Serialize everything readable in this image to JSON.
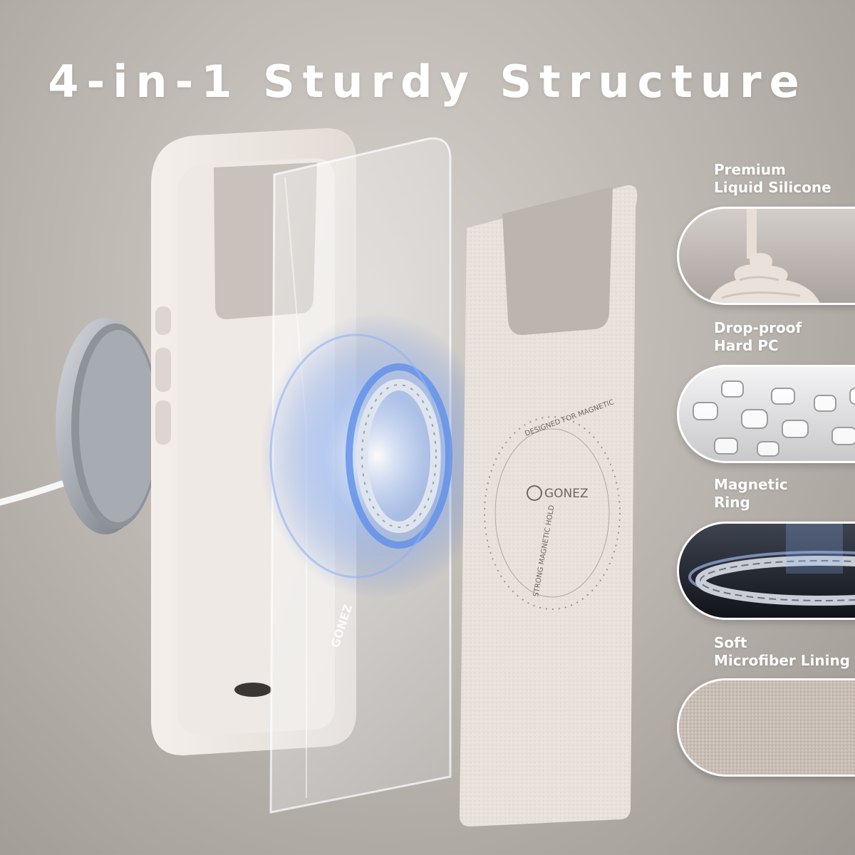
{
  "headline": "4-in-1 Sturdy Structure",
  "features": [
    {
      "line1": "Premium",
      "line2": "Liquid Silicone"
    },
    {
      "line1": "Drop-proof",
      "line2": "Hard PC"
    },
    {
      "line1": "Magnetic",
      "line2": "Ring"
    },
    {
      "line1": "Soft",
      "line2": "Microfiber Lining"
    }
  ],
  "brand": {
    "lining_logo": "GONEZ",
    "pc_logo": "GONEZ",
    "ring_text_top": "DESIGNED FOR MAGNETIC",
    "ring_text_bottom": "STRONG MAGNETIC HOLD"
  },
  "colors": {
    "background": "#c2bcb6",
    "silicone": "#ece6e1",
    "lining": "#e7dfd9",
    "magnet_glow": "#5f8ee8",
    "charger": "#9a9fa6"
  }
}
